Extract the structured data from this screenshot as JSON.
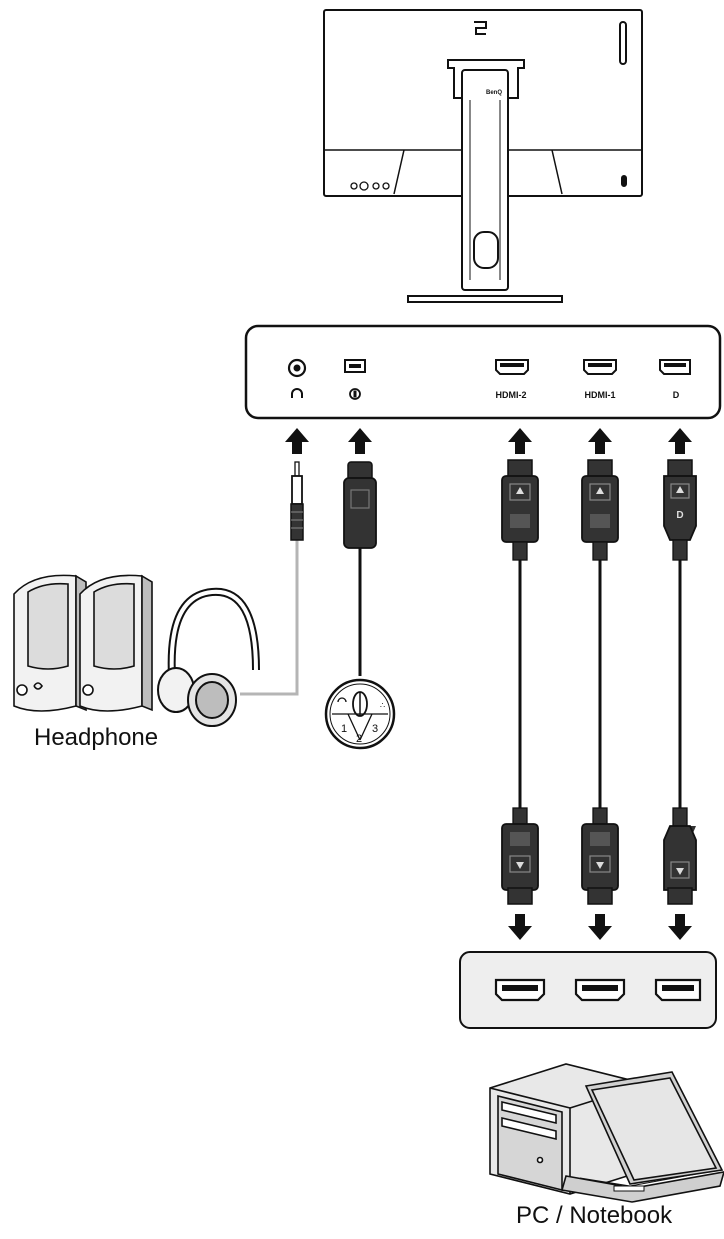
{
  "diagram": {
    "labels": {
      "headphone": "Headphone",
      "pc": "PC / Notebook"
    },
    "monitor_ports": [
      {
        "id": "headphone-jack",
        "label": "∩",
        "icon": "headphone-icon"
      },
      {
        "id": "usb-controller-port",
        "label": "⓪",
        "icon": "usb-mini-icon"
      },
      {
        "id": "hdmi-2-port",
        "label": "HDMI-2",
        "icon": "hdmi-icon"
      },
      {
        "id": "hdmi-1-port",
        "label": "HDMI-1",
        "icon": "hdmi-icon"
      },
      {
        "id": "displayport-port",
        "label": "D",
        "icon": "displayport-icon"
      }
    ],
    "monitor_brand": "BenQ",
    "controller_labels": [
      "1",
      "2",
      "3"
    ],
    "colors": {
      "line": "#111111",
      "cable": "#3a3a3a",
      "audio_cable": "#b5b5b5",
      "panel": "#eeeeee"
    }
  }
}
